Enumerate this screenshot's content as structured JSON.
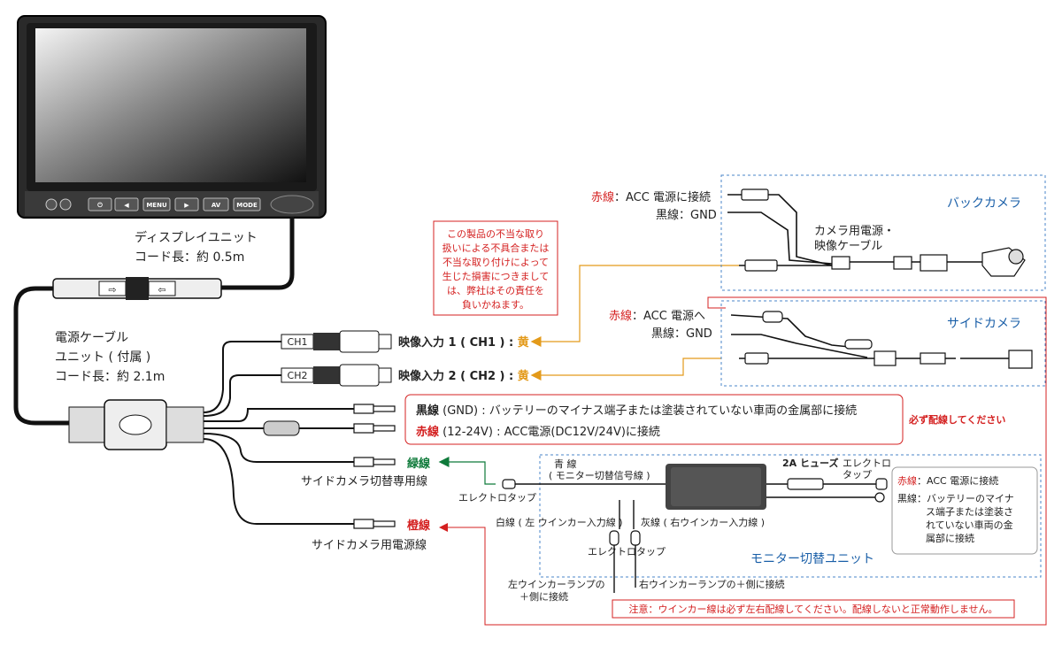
{
  "display": {
    "buttons": [
      "MENU",
      "AV",
      "MODE"
    ],
    "label_line1": "ディスプレイユニット",
    "label_line2": "コード長：約 0.5m"
  },
  "power_unit": {
    "line1": "電源ケーブル",
    "line2": "ユニット ( 付属 )",
    "line3": "コード長：約 2.1m"
  },
  "connectors": {
    "ch1_tag": "CH1",
    "ch2_tag": "CH2",
    "video1_prefix": "映像入力 1 ( CH1 ) : ",
    "video1_color": "黄",
    "video2_prefix": "映像入力 2 ( CH2 ) : ",
    "video2_color": "黄"
  },
  "warning_note": {
    "lines": [
      "この製品の不当な取り",
      "扱いによる不具合または",
      "不当な取り付けによって",
      "生じた損害につきまして",
      "は、弊社はその責任を",
      "負いかねます。"
    ]
  },
  "back_camera": {
    "title": "バックカメラ",
    "red_label": "赤線",
    "red_text": "：ACC 電源に接続",
    "black_text": "黒線：GND",
    "cable_line1": "カメラ用電源・",
    "cable_line2": "映像ケーブル"
  },
  "side_camera": {
    "title": "サイドカメラ",
    "red_label": "赤線",
    "red_text": "：ACC 電源へ",
    "black_text": "黒線：GND"
  },
  "battery_box": {
    "black_label": "黒線",
    "black_text": " (GND) : バッテリーのマイナス端子または塗装されていない車両の金属部に接続",
    "red_label": "赤線",
    "red_text": " (12-24V) : ACC電源(DC12V/24V)に接続",
    "must_note": "必ず配線してください"
  },
  "side_wires": {
    "green_label": "緑線",
    "green_desc": "サイドカメラ切替専用線",
    "orange_label": "橙線",
    "orange_desc": "サイドカメラ用電源線"
  },
  "switch_unit": {
    "title": "モニター切替ユニット",
    "blue_line1": "青 線",
    "blue_line2": "( モニター切替信号線 )",
    "fuse": "2A ヒューズ",
    "electro_tap": "エレクトロタップ",
    "electro_tap_a": "エレクトロ",
    "electro_tap_b": "タップ",
    "white_wire": "白線 ( 左 ウインカー入力線 )",
    "gray_wire": "灰線 ( 右ウインカー入力線 )",
    "left_lamp_1": "左ウインカーランプの",
    "left_lamp_2": "＋側に接続",
    "right_lamp": "右ウインカーランプの＋側に接続",
    "acc_red_label": "赤線",
    "acc_red_text": "：ACC 電源に接続",
    "acc_black_lines": [
      "黒線：バッテリーのマイナ",
      "ス端子または塗装さ",
      "れていない車両の金",
      "属部に接続"
    ]
  },
  "caution": "注意：ウインカー線は必ず左右配線してください。配線しないと正常動作しません。"
}
